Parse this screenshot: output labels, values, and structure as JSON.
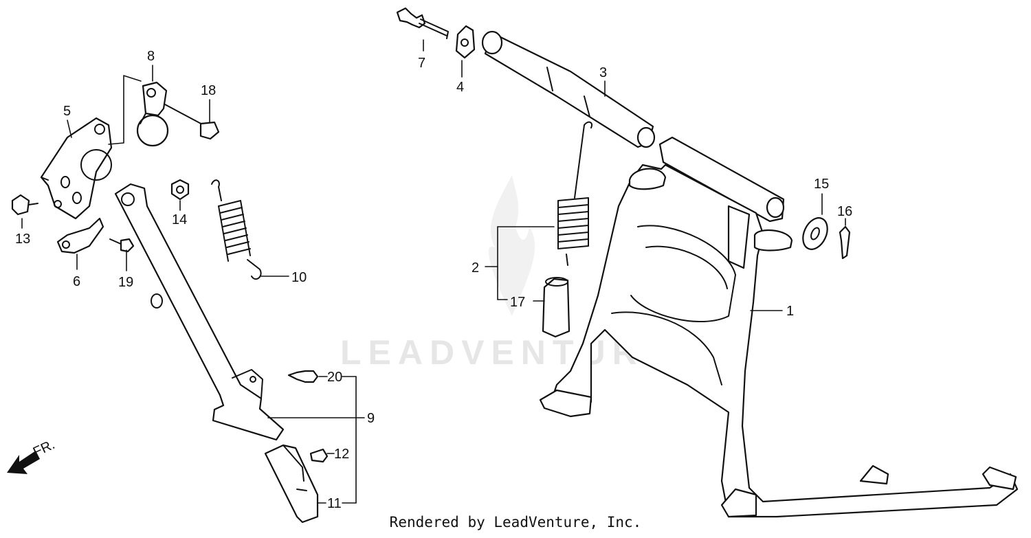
{
  "watermark": "LEADVENTURE",
  "front_marker": "FR.",
  "footer": "Rendered by LeadVenture, Inc.",
  "callouts": {
    "c1": "1",
    "c2": "2",
    "c3": "3",
    "c4": "4",
    "c5": "5",
    "c6": "6",
    "c7": "7",
    "c8": "8",
    "c9": "9",
    "c10": "10",
    "c11": "11",
    "c12": "12",
    "c13": "13",
    "c14": "14",
    "c15": "15",
    "c16": "16",
    "c17": "17",
    "c18": "18",
    "c19": "19",
    "c20": "20"
  }
}
